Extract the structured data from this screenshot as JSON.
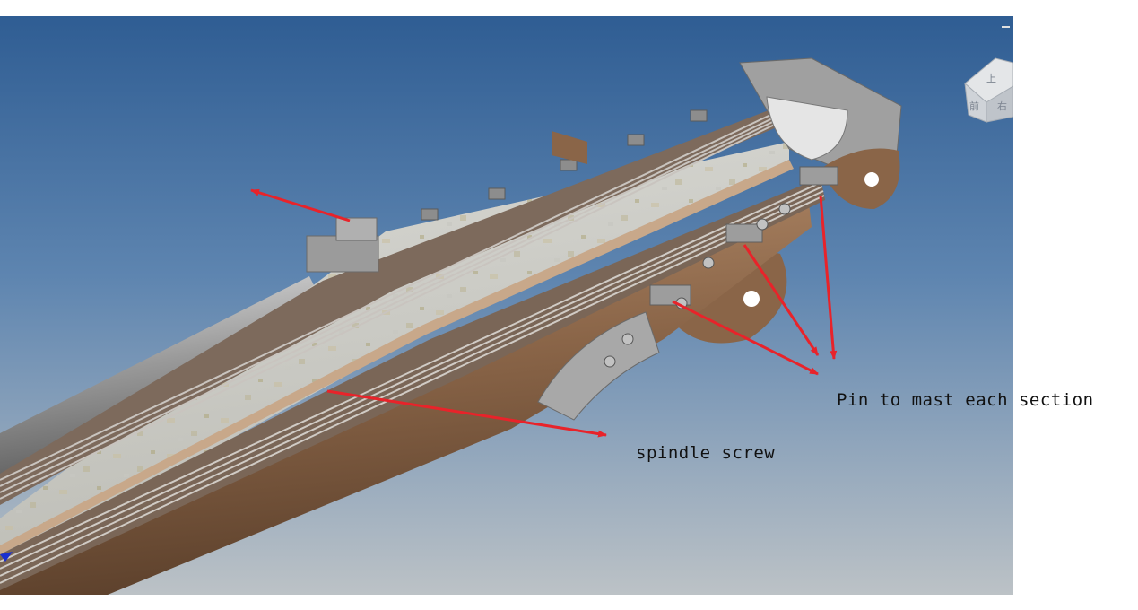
{
  "annotations": {
    "pin_label": "Pin to mast each section",
    "spindle_label": "spindle screw"
  },
  "viewcube": {
    "face_top": "上",
    "face_front": "前",
    "face_right": "右"
  },
  "colors": {
    "background_top": "#2f5d93",
    "background_bottom": "#b9bfc4",
    "arrow": "#e8232a",
    "tube_brown": "#8a6548",
    "steel_gray": "#9a9a9a"
  }
}
